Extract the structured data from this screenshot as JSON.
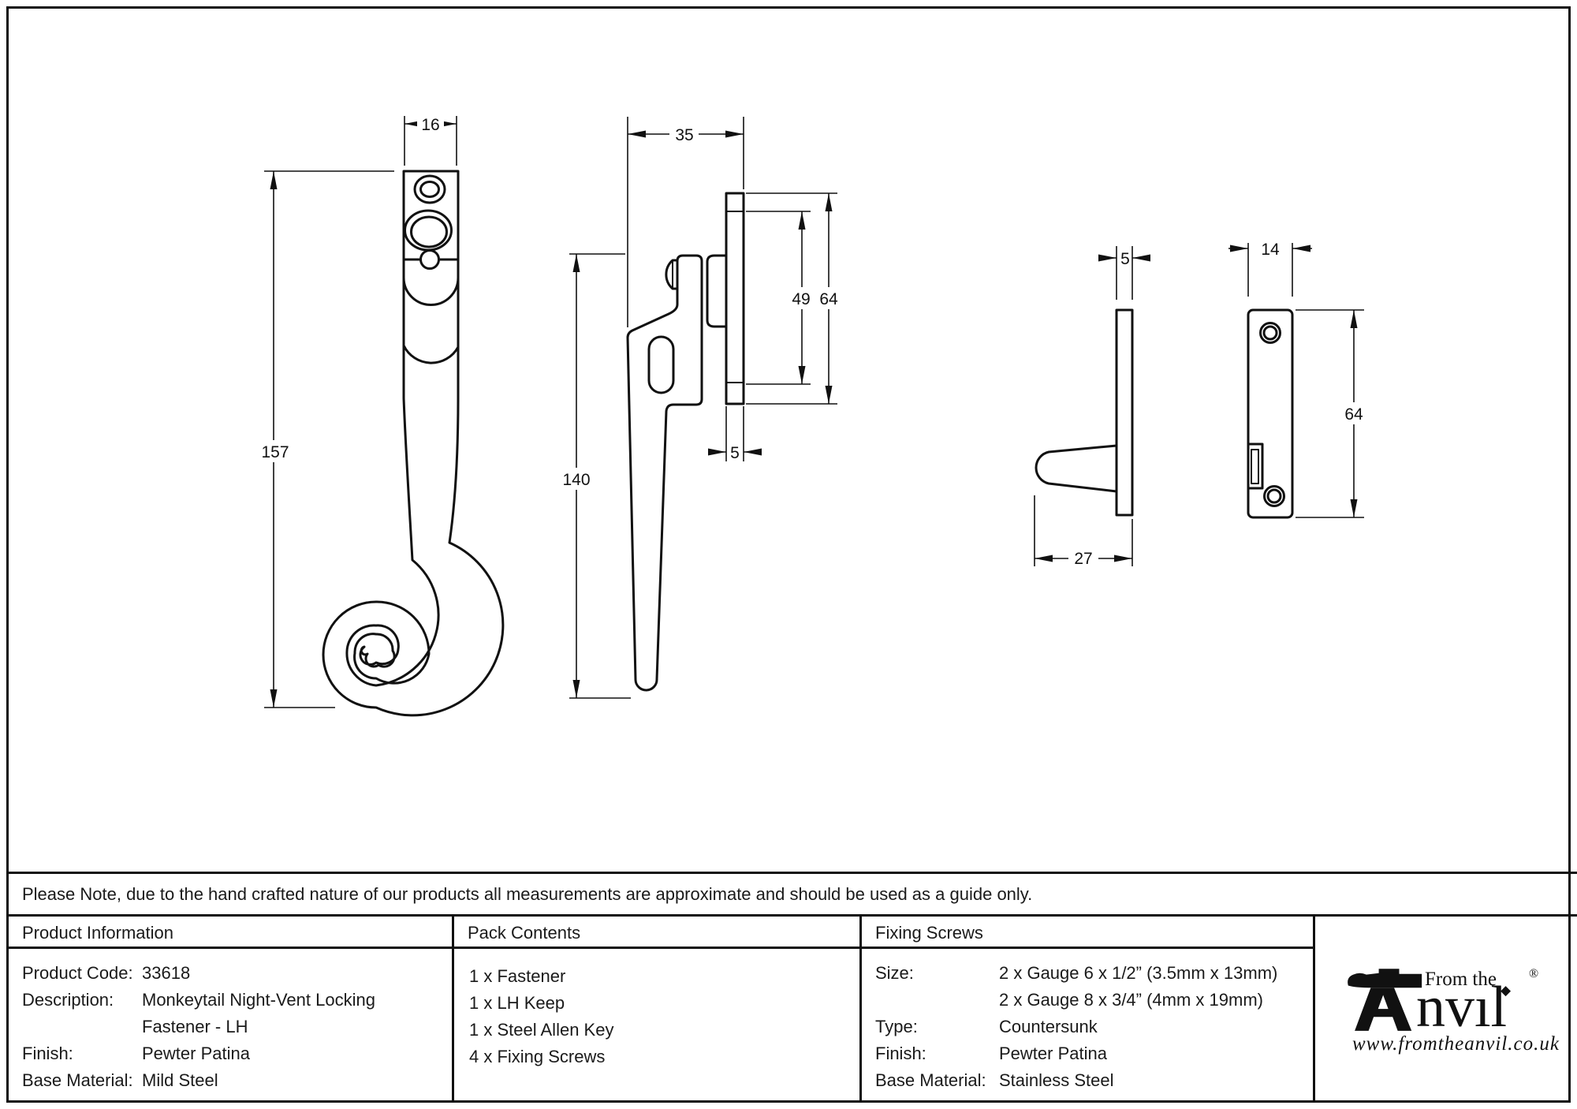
{
  "note": "Please Note, due to the hand crafted nature of our products all measurements are approximate and should be used as a guide only.",
  "dims": {
    "front_width": "16",
    "front_height": "157",
    "side_width": "35",
    "side_height": "140",
    "side_inner": "49",
    "side_plate_height": "64",
    "side_plate_thickness": "5",
    "keep_thickness": "5",
    "keep_depth": "27",
    "keep_width": "14",
    "keep_height": "64"
  },
  "product_information": {
    "title": "Product Information",
    "rows": [
      {
        "label": "Product Code:",
        "value": "33618"
      },
      {
        "label": "Description:",
        "value": "Monkeytail Night-Vent Locking"
      },
      {
        "label": "",
        "value": "Fastener - LH"
      },
      {
        "label": "Finish:",
        "value": "Pewter Patina"
      },
      {
        "label": "Base Material:",
        "value": "Mild Steel"
      }
    ]
  },
  "pack_contents": {
    "title": "Pack Contents",
    "items": [
      "1 x Fastener",
      "1 x LH Keep",
      "1 x Steel Allen Key",
      "4 x Fixing Screws"
    ]
  },
  "fixing_screws": {
    "title": "Fixing Screws",
    "rows": [
      {
        "label": "Size:",
        "value": "2 x Gauge 6 x 1/2” (3.5mm x 13mm)"
      },
      {
        "label": "",
        "value": "2 x Gauge 8 x 3/4” (4mm x 19mm)"
      },
      {
        "label": "Type:",
        "value": "Countersunk"
      },
      {
        "label": "Finish:",
        "value": "Pewter Patina"
      },
      {
        "label": "Base Material:",
        "value": "Stainless Steel"
      }
    ]
  },
  "logo": {
    "tagline": "From the",
    "name": "nvıl",
    "diamond": "◆",
    "registered": "®",
    "url": "www.fromtheanvil.co.uk"
  }
}
